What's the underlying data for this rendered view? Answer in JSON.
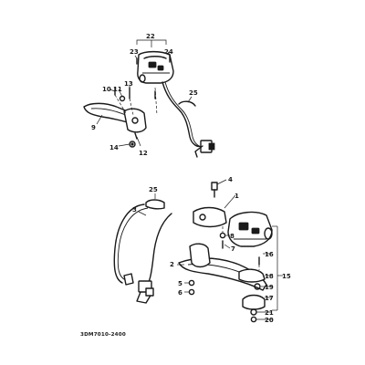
{
  "callouts": {
    "c1": "1",
    "c2": "2",
    "c3": "3",
    "c4": "4",
    "c5": "5",
    "c6": "6",
    "c7": "7",
    "c8": "8",
    "c9": "9",
    "c10": "10",
    "c11": "11",
    "c12": "12",
    "c13": "13",
    "c14": "14",
    "c15": "15",
    "c16": "16",
    "c17": "17",
    "c18": "18",
    "c19": "19",
    "c20": "20",
    "c21": "21",
    "c22": "22",
    "c23": "23",
    "c24": "24",
    "c25": "25",
    "c25b": "25"
  },
  "diagram_code": "3DM7010-2400"
}
